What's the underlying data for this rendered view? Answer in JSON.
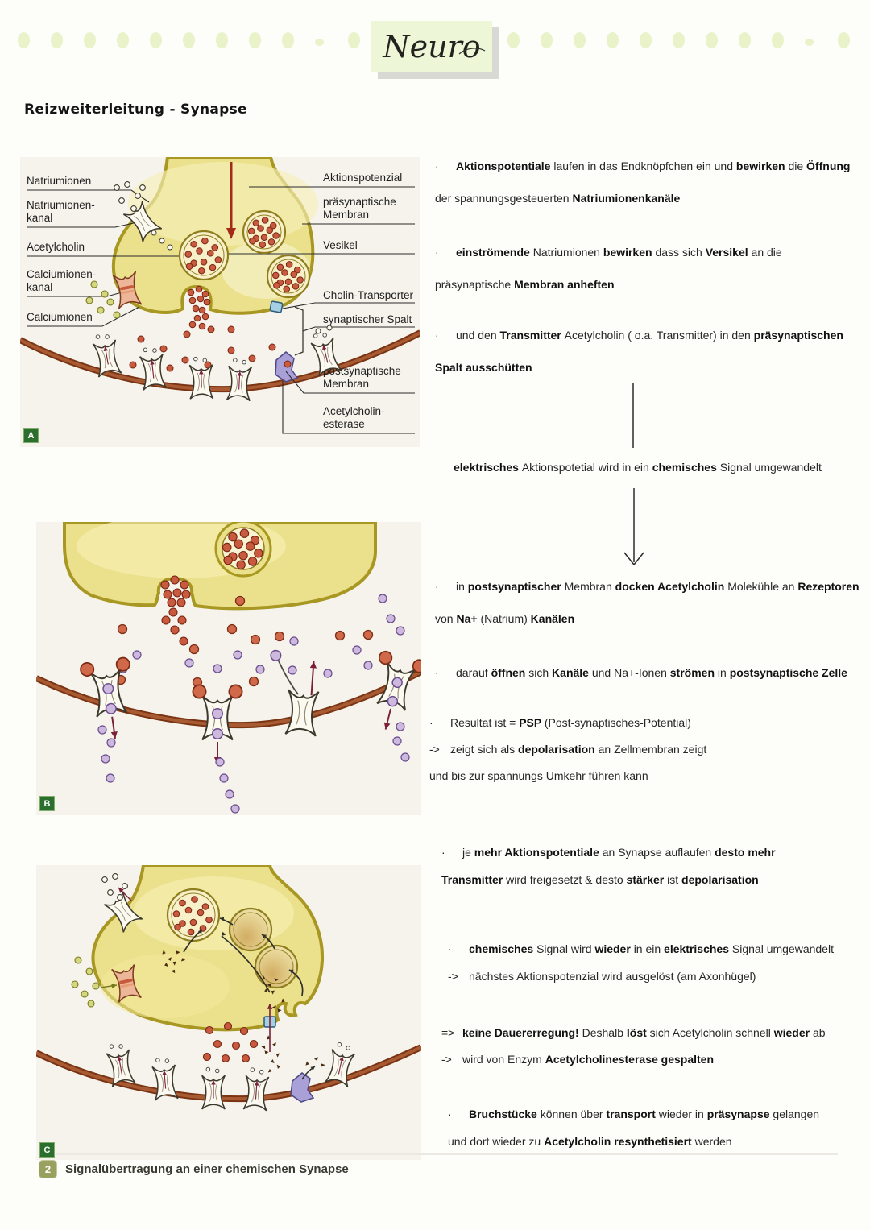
{
  "header": {
    "title": "Neuro",
    "heading": "Reizweiterleitung - Synapse"
  },
  "figureA": {
    "tag": "A",
    "labels": {
      "natriumionen": "Natriumionen",
      "natriumionenkanal1": "Natriumionen-",
      "natriumionenkanal2": "kanal",
      "acetylcholin": "Acetylcholin",
      "calciumionenkanal1": "Calciumionen-",
      "calciumionenkanal2": "kanal",
      "calciumionen": "Calciumionen",
      "aktionspotenzial": "Aktionspotenzial",
      "praesynaptische1": "präsynaptische",
      "praesynaptische2": "Membran",
      "vesikel": "Vesikel",
      "cholintransporter": "Cholin-Transporter",
      "synaptischerspalt": "synaptischer Spalt",
      "postsynaptische1": "postsynaptische",
      "postsynaptische2": "Membran",
      "esterase1": "Acetylcholin-",
      "esterase2": "esterase"
    }
  },
  "figureB": {
    "tag": "B"
  },
  "figureC": {
    "tag": "C",
    "caption_num": "2",
    "caption": "Signalübertragung an einer chemischen Synapse"
  },
  "colors": {
    "accent_green": "#e9f2c9",
    "tag_green": "#2b6e2d",
    "membrane_brown": "#7a3413",
    "bulb_yellow": "#ebe08b",
    "transmitter_red": "#c85a40",
    "ion_purple": "#cbb7dd",
    "ion_green": "#d5d77e"
  },
  "notes": [
    {
      "lines": [
        {
          "m": "·",
          "seg": [
            {
              "t": "Aktionspotentiale ",
              "b": true
            },
            {
              "t": "laufen in das Endknöpfchen ein und "
            },
            {
              "t": "bewirken ",
              "b": true
            },
            {
              "t": "die "
            },
            {
              "t": "Öffnung",
              "b": true
            }
          ]
        },
        {
          "m": "",
          "seg": [
            {
              "t": "der spannungsgesteuerten "
            },
            {
              "t": "Natriumionenkanäle",
              "b": true
            }
          ]
        }
      ]
    },
    {
      "lines": [
        {
          "m": "·",
          "seg": [
            {
              "t": "einströmende ",
              "b": true
            },
            {
              "t": "Natriumionen "
            },
            {
              "t": "bewirken ",
              "b": true
            },
            {
              "t": "dass sich "
            },
            {
              "t": "Versikel ",
              "b": true
            },
            {
              "t": "an die"
            }
          ]
        },
        {
          "m": "",
          "seg": [
            {
              "t": "präsynaptische "
            },
            {
              "t": "Membran anheften",
              "b": true
            }
          ]
        }
      ]
    },
    {
      "lines": [
        {
          "m": "·",
          "seg": [
            {
              "t": "und den "
            },
            {
              "t": "Transmitter ",
              "b": true
            },
            {
              "t": "Acetylcholin ( o.a. Transmitter) in den "
            },
            {
              "t": "präsynaptischen",
              "b": true
            }
          ]
        },
        {
          "m": "",
          "seg": [
            {
              "t": "Spalt ausschütten",
              "b": true
            }
          ]
        }
      ]
    },
    {
      "lines": [
        {
          "m": "",
          "seg": [
            {
              "t": "elektrisches ",
              "b": true
            },
            {
              "t": "Aktionspotetial wird in ein "
            },
            {
              "t": "chemisches ",
              "b": true
            },
            {
              "t": "Signal umgewandelt"
            }
          ]
        }
      ]
    },
    {
      "lines": [
        {
          "m": "·",
          "seg": [
            {
              "t": "in "
            },
            {
              "t": "postsynaptischer ",
              "b": true
            },
            {
              "t": "Membran "
            },
            {
              "t": "docken ",
              "b": true
            },
            {
              "t": "Acetylcholin ",
              "b": true
            },
            {
              "t": "Molekühle an "
            },
            {
              "t": "Rezeptoren",
              "b": true
            }
          ]
        },
        {
          "m": "",
          "seg": [
            {
              "t": "von "
            },
            {
              "t": "Na+ ",
              "b": true
            },
            {
              "t": "(Natrium) "
            },
            {
              "t": "Kanälen",
              "b": true
            }
          ]
        }
      ]
    },
    {
      "lines": [
        {
          "m": "·",
          "seg": [
            {
              "t": "darauf "
            },
            {
              "t": "öffnen ",
              "b": true
            },
            {
              "t": "sich "
            },
            {
              "t": "Kanäle ",
              "b": true
            },
            {
              "t": "und Na+-Ionen "
            },
            {
              "t": "strömen ",
              "b": true
            },
            {
              "t": "in "
            },
            {
              "t": "postsynaptische Zelle",
              "b": true
            }
          ]
        }
      ]
    },
    {
      "lines": [
        {
          "m": "·",
          "seg": [
            {
              "t": "Resultat ist = "
            },
            {
              "t": "PSP ",
              "b": true
            },
            {
              "t": "(Post-synaptisches-Potential)"
            }
          ]
        },
        {
          "m": "->",
          "seg": [
            {
              "t": "zeigt sich als "
            },
            {
              "t": "depolarisation ",
              "b": true
            },
            {
              "t": "an Zellmembran zeigt"
            }
          ]
        },
        {
          "m": "",
          "seg": [
            {
              "t": "und bis zur spannungs Umkehr führen kann"
            }
          ]
        }
      ]
    },
    {
      "lines": [
        {
          "m": "·",
          "seg": [
            {
              "t": "je "
            },
            {
              "t": "mehr Aktionspotentiale ",
              "b": true
            },
            {
              "t": "an Synapse auflaufen "
            },
            {
              "t": "desto mehr",
              "b": true
            }
          ]
        },
        {
          "m": "",
          "seg": [
            {
              "t": "Transmitter ",
              "b": true
            },
            {
              "t": "wird freigesetzt & desto "
            },
            {
              "t": "stärker ",
              "b": true
            },
            {
              "t": "ist "
            },
            {
              "t": "depolarisation",
              "b": true
            }
          ]
        }
      ]
    },
    {
      "lines": [
        {
          "m": "·",
          "seg": [
            {
              "t": "chemisches ",
              "b": true
            },
            {
              "t": "Signal wird "
            },
            {
              "t": "wieder ",
              "b": true
            },
            {
              "t": "in ein "
            },
            {
              "t": "elektrisches ",
              "b": true
            },
            {
              "t": "Signal umgewandelt"
            }
          ]
        },
        {
          "m": "->",
          "seg": [
            {
              "t": "nächstes Aktionspotenzial wird ausgelöst (am Axonhügel)"
            }
          ]
        }
      ]
    },
    {
      "lines": [
        {
          "m": "=>",
          "seg": [
            {
              "t": "keine Dauererregung! ",
              "b": true
            },
            {
              "t": "Deshalb "
            },
            {
              "t": "löst ",
              "b": true
            },
            {
              "t": "sich Acetylcholin schnell "
            },
            {
              "t": "wieder ",
              "b": true
            },
            {
              "t": "ab"
            }
          ]
        },
        {
          "m": "->",
          "seg": [
            {
              "t": "wird von Enzym "
            },
            {
              "t": "Acetylcholinesterase gespalten",
              "b": true
            }
          ]
        }
      ]
    },
    {
      "lines": [
        {
          "m": "·",
          "seg": [
            {
              "t": "Bruchstücke ",
              "b": true
            },
            {
              "t": "können über "
            },
            {
              "t": "transport ",
              "b": true
            },
            {
              "t": "wieder in "
            },
            {
              "t": "präsynapse ",
              "b": true
            },
            {
              "t": "gelangen"
            }
          ]
        },
        {
          "m": "",
          "seg": [
            {
              "t": "und dort wieder zu "
            },
            {
              "t": "Acetylcholin resynthetisiert ",
              "b": true
            },
            {
              "t": "werden"
            }
          ]
        }
      ]
    }
  ]
}
